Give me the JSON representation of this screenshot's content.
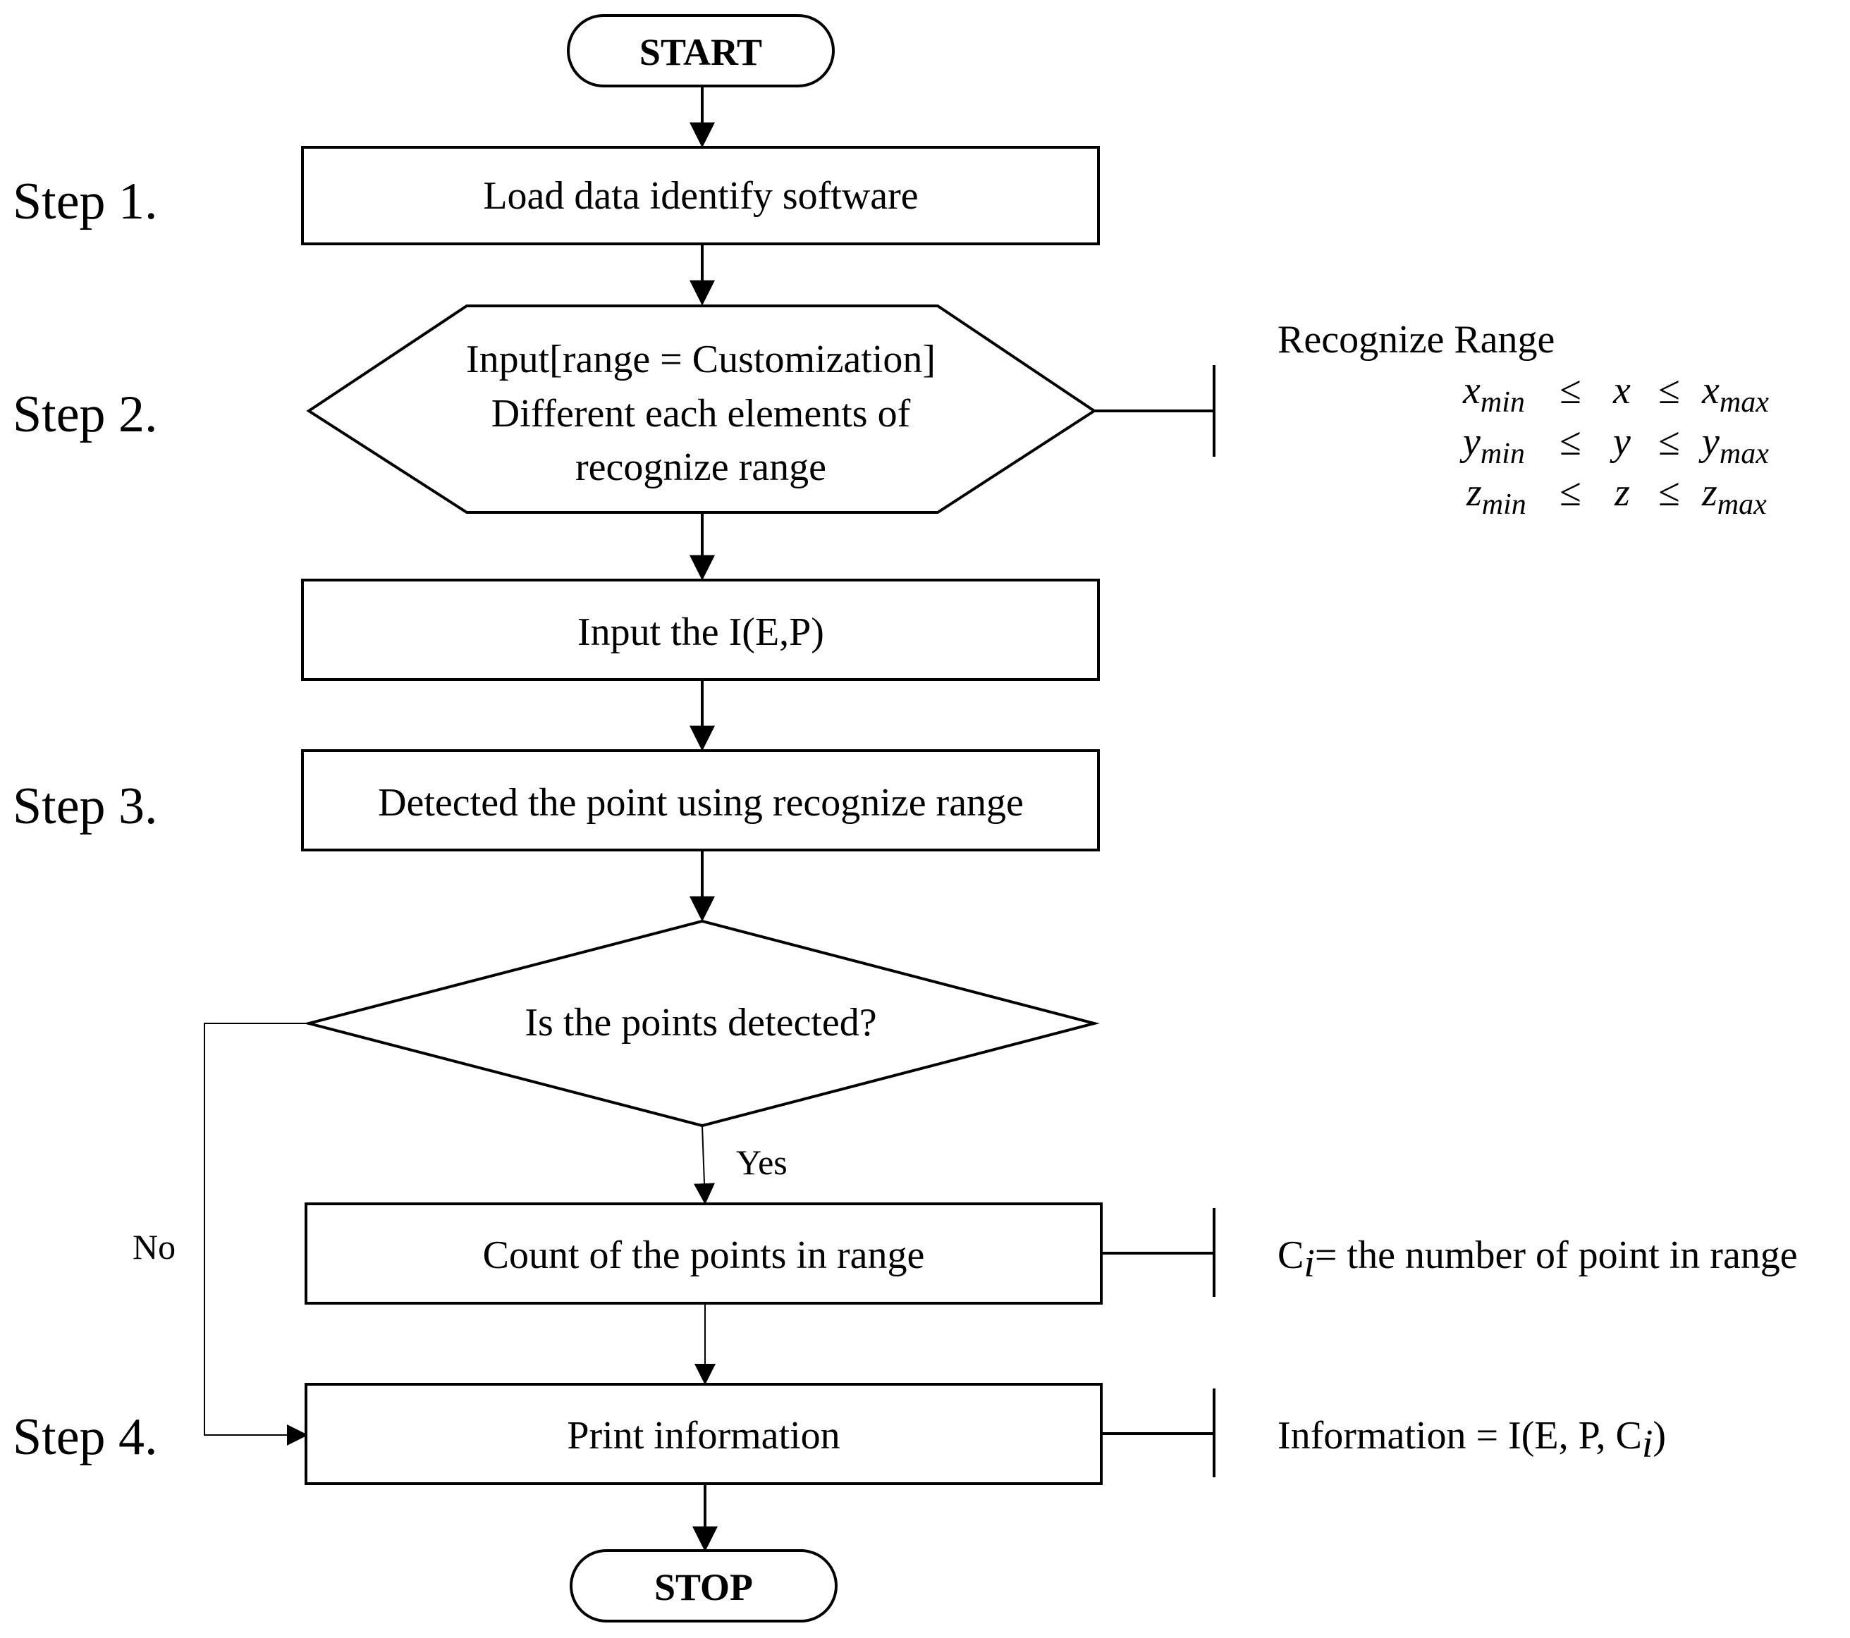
{
  "nodes": {
    "start": "START",
    "load_data": "Load data identify software",
    "input_range": {
      "line1": "Input[range = Customization]",
      "line2": "Different each elements of",
      "line3": "recognize range"
    },
    "input_iep": "Input the I(E,P)",
    "detect": "Detected the point using recognize range",
    "decision": "Is the points detected?",
    "count": "Count of the points in range",
    "print": "Print information",
    "stop": "STOP"
  },
  "steps": [
    "Step 1.",
    "Step 2.",
    "Step 3.",
    "Step 4."
  ],
  "edge_labels": {
    "yes": "Yes",
    "no": "No"
  },
  "annotations": {
    "recognize_range": {
      "title": "Recognize Range",
      "rows": [
        {
          "min": "x",
          "var": "x",
          "max": "x",
          "min_sub": "min",
          "max_sub": "max",
          "op": "≤"
        },
        {
          "min": "y",
          "var": "y",
          "max": "y",
          "min_sub": "min",
          "max_sub": "max",
          "op": "≤"
        },
        {
          "min": "z",
          "var": "z",
          "max": "z",
          "min_sub": "min",
          "max_sub": "max",
          "op": "≤"
        }
      ]
    },
    "count_def": {
      "symbol": "C",
      "sub": "i",
      "text": "= the number of point in range"
    },
    "info_def": {
      "prefix": "Information = I(E,  P,  C",
      "sub": "i",
      "suffix": ")"
    }
  },
  "colors": {
    "stroke": "#000000",
    "fill": "#ffffff"
  }
}
